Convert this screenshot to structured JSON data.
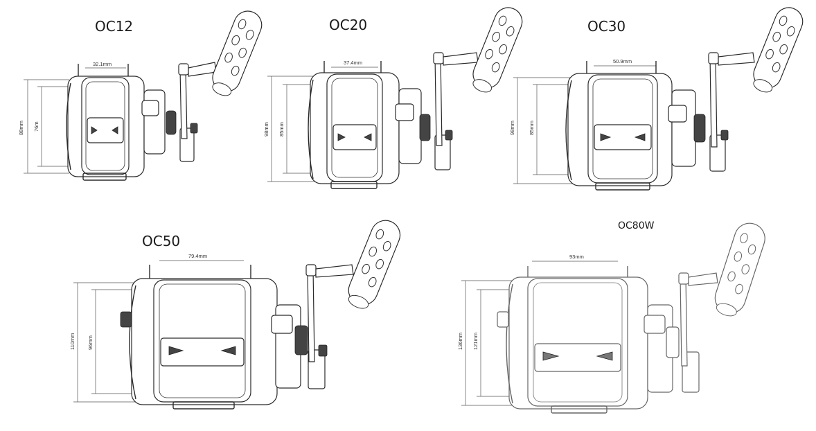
{
  "models": [
    {
      "id": "oc12",
      "name": "OC12",
      "width_label": "32.1mm",
      "height_outer": "88mm",
      "height_inner": "76m"
    },
    {
      "id": "oc20",
      "name": "OC20",
      "width_label": "37.4mm",
      "height_outer": "98mm",
      "height_inner": "85mm"
    },
    {
      "id": "oc30",
      "name": "OC30",
      "width_label": "50.9mm",
      "height_outer": "98mm",
      "height_inner": "85mm"
    },
    {
      "id": "oc50",
      "name": "OC50",
      "width_label": "79.4mm",
      "height_outer": "110mm",
      "height_inner": "96mm"
    },
    {
      "id": "oc80w",
      "name": "OC80W",
      "width_label": "93mm",
      "height_outer": "136mm",
      "height_inner": "121mm"
    }
  ]
}
